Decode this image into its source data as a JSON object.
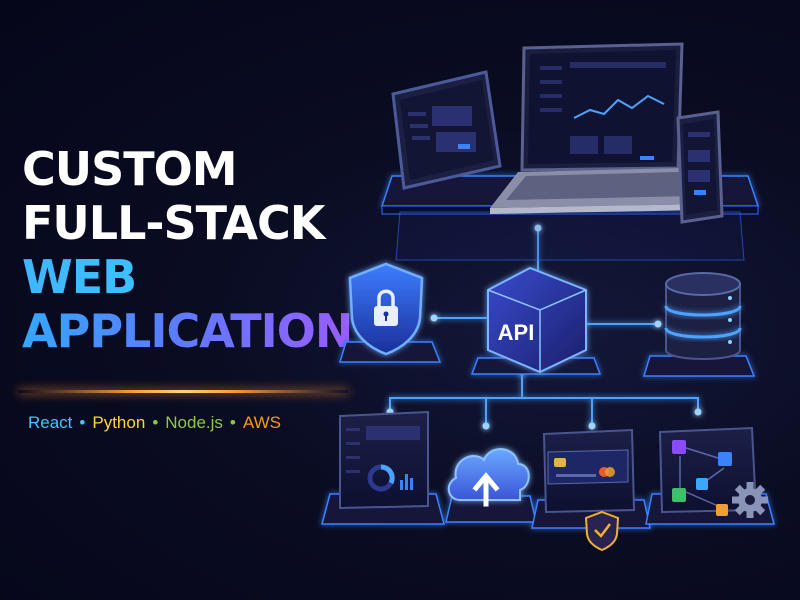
{
  "headline": {
    "line1": "CUSTOM",
    "line2": "FULL-STACK",
    "line3": "WEB",
    "line4": "APPLICATION"
  },
  "tech_stack": [
    {
      "label": "React",
      "color": "#3ec8ff"
    },
    {
      "label": "Python",
      "color": "#ffd43b"
    },
    {
      "label": "Node.js",
      "color": "#8cc84b"
    },
    {
      "label": "AWS",
      "color": "#ff9900"
    }
  ],
  "separator": "•",
  "api_label": "API",
  "colors": {
    "accent_blue": "#3b82ff",
    "accent_glow": "#4da3ff",
    "divider_orange": "#ff9a3c"
  },
  "icons": [
    "shield-lock-icon",
    "api-cube-icon",
    "database-icon",
    "dashboard-card-icon",
    "cloud-upload-icon",
    "payment-card-icon",
    "workflow-gear-icon",
    "laptop-icon",
    "tablet-icon",
    "phone-icon"
  ]
}
